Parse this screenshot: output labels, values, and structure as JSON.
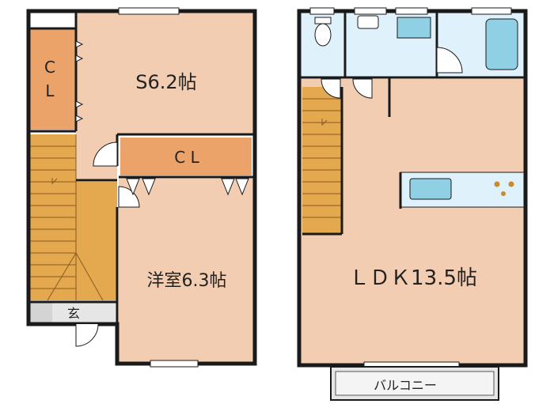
{
  "floor2": {
    "storage_room": {
      "label": "S6.2帖"
    },
    "closet_left": {
      "label_line1": "C",
      "label_line2": "L"
    },
    "closet_mid": {
      "label": "C L"
    },
    "western_room": {
      "label": "洋室6.3帖"
    },
    "entrance": {
      "label": "玄"
    }
  },
  "floor1": {
    "ldk": {
      "label": "ＬＤＫ13.5帖"
    },
    "balcony": {
      "label": "バルコニー"
    }
  },
  "colors": {
    "room_fill": "#f2cdb1",
    "closet_fill": "#eba36a",
    "stair_fill": "#e4a84e",
    "wet_fill": "#dff1fb",
    "wall": "#1a1a1a",
    "entrance_fill": "#e6e6e6"
  }
}
